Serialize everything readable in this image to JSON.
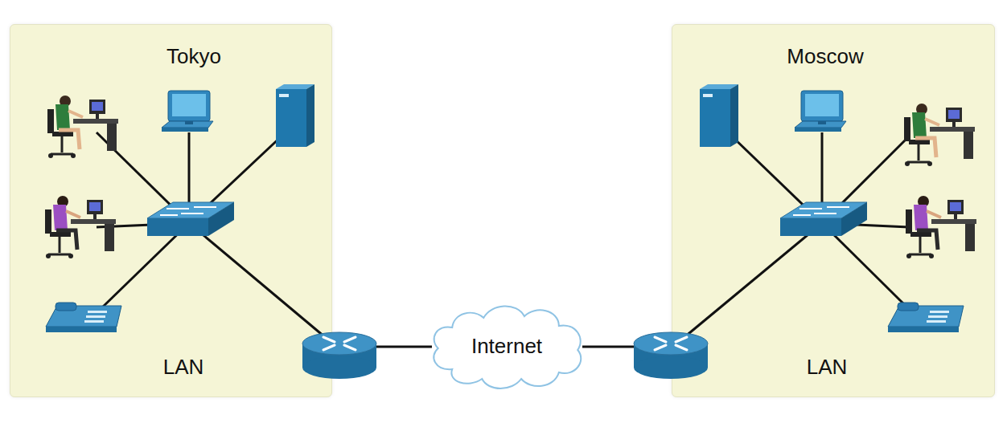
{
  "diagram": {
    "nodes": [
      {
        "text": [
          "Tokyo",
          "LAN"
        ]
      },
      {
        "text": [
          "Internet"
        ]
      },
      {
        "text": [
          "Moscow",
          "LAN"
        ]
      }
    ],
    "edges": [
      {
        "from": 0,
        "to": 1,
        "arrow": "none"
      },
      {
        "from": 1,
        "to": 2,
        "arrow": "none"
      }
    ]
  }
}
